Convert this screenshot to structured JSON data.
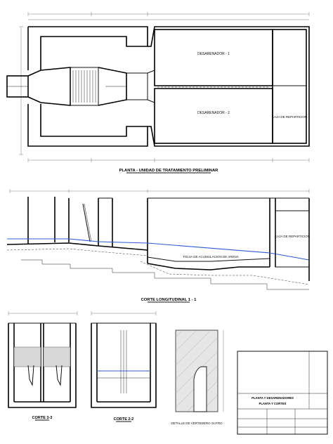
{
  "plan": {
    "title": "PLANTA - UNIDAD DE TRATAMIENTO PRELIMINAR",
    "desarenador_1": "DESARENADOR - 1",
    "desarenador_2": "DESARENADOR - 2",
    "caja": "CAJA DE REPARTICION"
  },
  "longitudinal": {
    "title": "CORTE LONGITUDINAL 1 - 1",
    "tolva": "TOLVA DE ACUMULACION DE ARENA",
    "caja": "CAJA DE REPARTICION"
  },
  "sections": {
    "corte_3": "CORTE 3-3",
    "corte_2": "CORTE 2-2",
    "detalle": "DETALLE DE VERTEDERO SUTRO"
  },
  "title_block": {
    "line1": "PLANTA Y DESARENADORES",
    "line2": "PLANTA Y CORTES"
  },
  "colors": {
    "ink": "#111111",
    "water": "#2a5bd7",
    "paper": "#ffffff"
  }
}
